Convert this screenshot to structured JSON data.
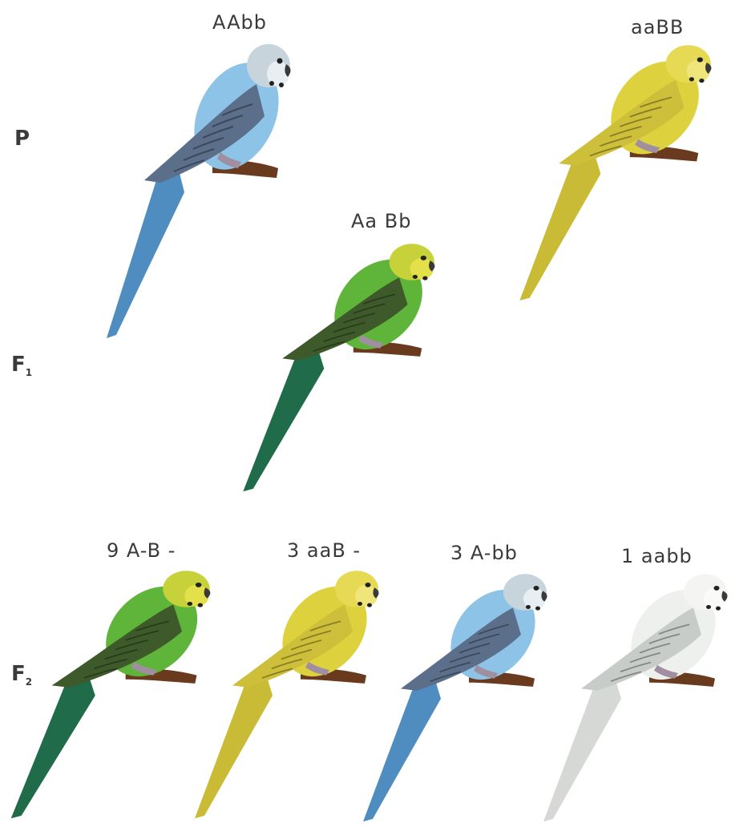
{
  "generations": {
    "p": "P",
    "f1_base": "F",
    "f1_sub": "1",
    "f2_base": "F",
    "f2_sub": "2"
  },
  "birds": [
    {
      "genotype": "AAbb",
      "color": "blue"
    },
    {
      "genotype": "aaBB",
      "color": "yellow"
    },
    {
      "genotype": "Aa Bb",
      "color": "green"
    },
    {
      "genotype": "9 A-B -",
      "color": "green"
    },
    {
      "genotype": "3 aaB -",
      "color": "yellow"
    },
    {
      "genotype": "3 A-bb",
      "color": "blue"
    },
    {
      "genotype": "1 aabb",
      "color": "white"
    }
  ],
  "palette": {
    "blue": {
      "body": "#8cc3e6",
      "wing": "#5b6f8a",
      "tail": "#4f8cc0",
      "head": "#c8d4dc",
      "mask": "#e8eef2"
    },
    "yellow": {
      "body": "#ddd23e",
      "wing": "#cdbf3a",
      "tail": "#c9bb35",
      "head": "#e6da55",
      "mask": "#efe57a"
    },
    "green": {
      "body": "#5fb43a",
      "wing": "#3f5a2a",
      "tail": "#1f6b4a",
      "head": "#c7d23a",
      "mask": "#e4e04a"
    },
    "white": {
      "body": "#eef0ee",
      "wing": "#c8ccc8",
      "tail": "#d6d8d6",
      "head": "#f4f4f2",
      "mask": "#fafaf8"
    },
    "perch": "#6a3a1e",
    "foot": "#a08fa0"
  }
}
